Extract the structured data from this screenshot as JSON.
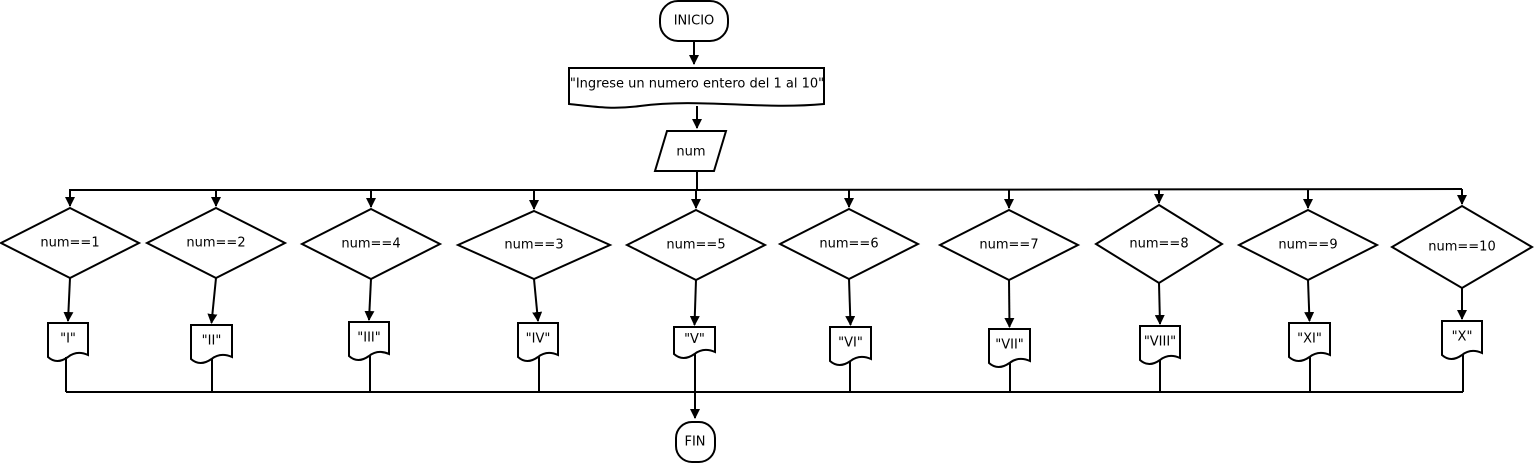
{
  "flowchart": {
    "start": {
      "label": "INICIO"
    },
    "prompt": {
      "label": "\"Ingrese un numero entero del 1 al 10\""
    },
    "input": {
      "label": "num"
    },
    "branches": [
      {
        "condition": "num==1",
        "output": "\"I\""
      },
      {
        "condition": "num==2",
        "output": "\"II\""
      },
      {
        "condition": "num==4",
        "output": "\"III\""
      },
      {
        "condition": "num==3",
        "output": "\"IV\""
      },
      {
        "condition": "num==5",
        "output": "\"V\""
      },
      {
        "condition": "num==6",
        "output": "\"VI\""
      },
      {
        "condition": "num==7",
        "output": "\"VII\""
      },
      {
        "condition": "num==8",
        "output": "\"VIII\""
      },
      {
        "condition": "num==9",
        "output": "\"XI\""
      },
      {
        "condition": "num==10",
        "output": "\"X\""
      }
    ],
    "end": {
      "label": "FIN"
    },
    "colors": {
      "stroke": "#000000",
      "fill": "#ffffff",
      "background": "#ffffff"
    }
  }
}
